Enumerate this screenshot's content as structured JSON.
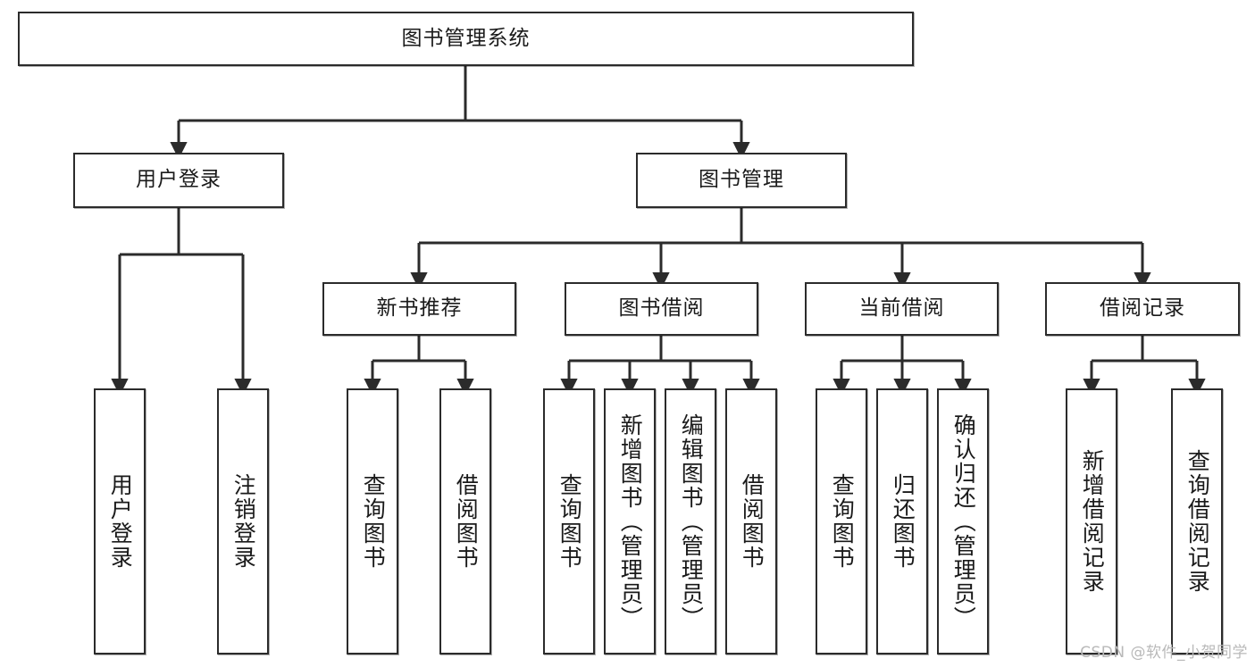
{
  "diagram": {
    "title": "图书管理系统",
    "type": "tree-structure-chart",
    "watermark": "CSDN @软件_小贺同学",
    "root": {
      "label": "图书管理系统"
    },
    "level2": [
      {
        "label": "用户登录"
      },
      {
        "label": "图书管理"
      }
    ],
    "level3": [
      {
        "label": "新书推荐"
      },
      {
        "label": "图书借阅"
      },
      {
        "label": "当前借阅"
      },
      {
        "label": "借阅记录"
      }
    ],
    "leaves": {
      "user_login": [
        {
          "label": "用户登录"
        },
        {
          "label": "注销登录"
        }
      ],
      "new_book_recommend": [
        {
          "label": "查询图书"
        },
        {
          "label": "借阅图书"
        }
      ],
      "book_borrow": [
        {
          "label": "查询图书"
        },
        {
          "label": "新增图书（管理员）"
        },
        {
          "label": "编辑图书（管理员）"
        },
        {
          "label": "借阅图书"
        }
      ],
      "current_borrow": [
        {
          "label": "查询图书"
        },
        {
          "label": "归还图书"
        },
        {
          "label": "确认归还（管理员）"
        }
      ],
      "borrow_record": [
        {
          "label": "新增借阅记录"
        },
        {
          "label": "查询借阅记录"
        }
      ]
    },
    "colors": {
      "stroke": "#2b2b2b",
      "fill": "#ffffff",
      "text": "#1a1a1a",
      "watermark": "#b9b9b9"
    }
  }
}
